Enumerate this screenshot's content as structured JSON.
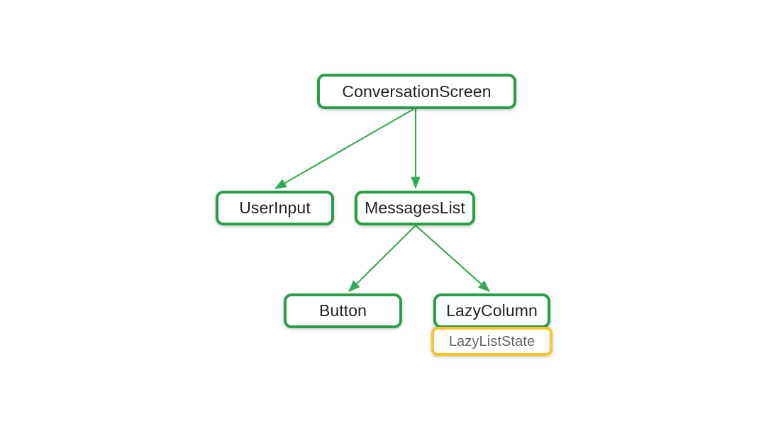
{
  "diagram": {
    "type": "tree",
    "background_color": "#ffffff",
    "node_border_color_default": "#2a9d4a",
    "node_border_color_state": "#fdc32e",
    "edge_color": "#34a853",
    "text_color_default": "#202124",
    "text_color_state": "#5f6368",
    "nodes": [
      {
        "id": "conversation-screen",
        "label": "ConversationScreen",
        "kind": "composable",
        "border_color": "#2a9d4a"
      },
      {
        "id": "user-input",
        "label": "UserInput",
        "kind": "composable",
        "border_color": "#2a9d4a"
      },
      {
        "id": "messages-list",
        "label": "MessagesList",
        "kind": "composable",
        "border_color": "#2a9d4a"
      },
      {
        "id": "button",
        "label": "Button",
        "kind": "composable",
        "border_color": "#2a9d4a"
      },
      {
        "id": "lazy-column",
        "label": "LazyColumn",
        "kind": "composable",
        "border_color": "#2a9d4a"
      },
      {
        "id": "lazy-list-state",
        "label": "LazyListState",
        "kind": "state",
        "border_color": "#fdc32e"
      }
    ],
    "edges": [
      {
        "from": "conversation-screen",
        "to": "user-input",
        "arrow": true
      },
      {
        "from": "conversation-screen",
        "to": "messages-list",
        "arrow": true
      },
      {
        "from": "messages-list",
        "to": "button",
        "arrow": true
      },
      {
        "from": "messages-list",
        "to": "lazy-column",
        "arrow": true
      }
    ]
  }
}
